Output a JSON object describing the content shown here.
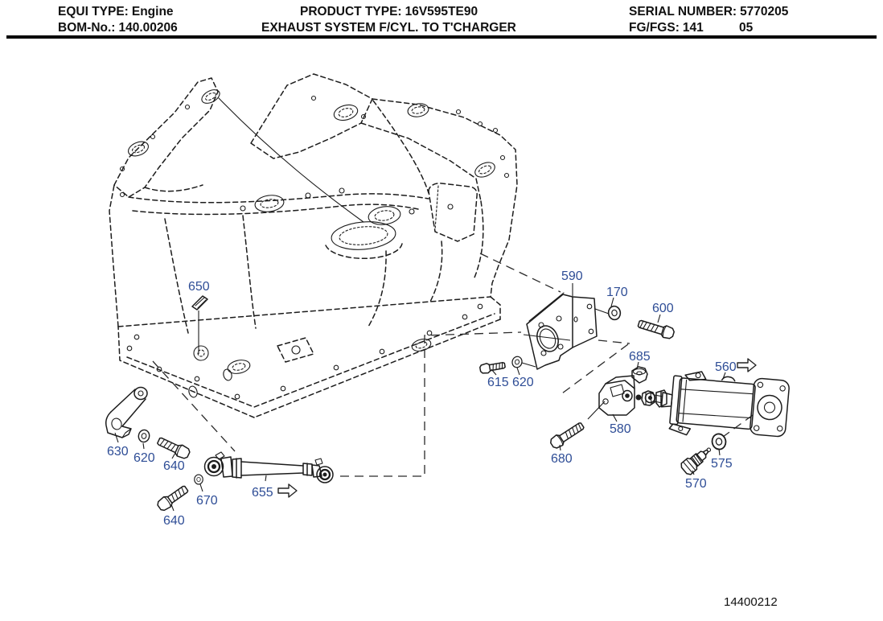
{
  "header": {
    "equi_label": "EQUI TYPE:",
    "equi_value": "Engine",
    "product_label": "PRODUCT TYPE:",
    "product_value": "16V595TE90",
    "serial_label": "SERIAL NUMBER:",
    "serial_value": "5770205",
    "bom_label": "BOM-No.:",
    "bom_value": "140.00206",
    "description": "EXHAUST SYSTEM F/CYL. TO T'CHARGER",
    "fg_label": "FG/FGS:",
    "fg_value": "141",
    "fg_extra": "05"
  },
  "figure_number": "14400212",
  "callouts": {
    "c170": "170",
    "c560": "560",
    "c570": "570",
    "c575": "575",
    "c580": "580",
    "c590": "590",
    "c600": "600",
    "c615": "615",
    "c620": "620",
    "c630": "630",
    "c640": "640",
    "c650": "650",
    "c655": "655",
    "c670": "670",
    "c680": "680",
    "c685": "685"
  },
  "colors": {
    "callout_blue": "#2e4d96",
    "drawing_black": "#1c1c1c",
    "header_text": "#111111"
  }
}
